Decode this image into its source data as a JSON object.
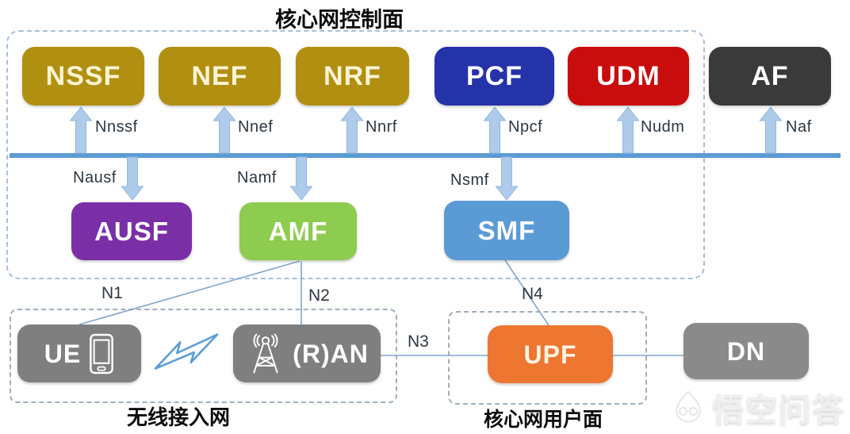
{
  "titles": {
    "control_plane": "核心网控制面",
    "access_network": "无线接入网",
    "user_plane": "核心网用户面"
  },
  "nodes": {
    "nssf": {
      "label": "NSSF",
      "color": "#b18f10"
    },
    "nef": {
      "label": "NEF",
      "color": "#b18f10"
    },
    "nrf": {
      "label": "NRF",
      "color": "#b18f10"
    },
    "pcf": {
      "label": "PCF",
      "color": "#2533a8"
    },
    "udm": {
      "label": "UDM",
      "color": "#c90c0c"
    },
    "af": {
      "label": "AF",
      "color": "#3a3a3a"
    },
    "ausf": {
      "label": "AUSF",
      "color": "#7a2fa6"
    },
    "amf": {
      "label": "AMF",
      "color": "#8dcc4f"
    },
    "smf": {
      "label": "SMF",
      "color": "#5b9bd5"
    },
    "ue": {
      "label": "UE",
      "color": "#7f7f7f"
    },
    "ran": {
      "label": "(R)AN",
      "color": "#7f7f7f"
    },
    "upf": {
      "label": "UPF",
      "color": "#ed7631"
    },
    "dn": {
      "label": "DN",
      "color": "#8a8a8a"
    }
  },
  "interfaces": {
    "nnssf": "Nnssf",
    "nnef": "Nnef",
    "nnrf": "Nnrf",
    "npcf": "Npcf",
    "nudm": "Nudm",
    "naf": "Naf",
    "nausf": "Nausf",
    "namf": "Namf",
    "nsmf": "Nsmf",
    "n1": "N1",
    "n2": "N2",
    "n3": "N3",
    "n4": "N4"
  },
  "bus_color": "#5b9bd5",
  "arrow_color": "#aecbea",
  "watermark": {
    "text": "悟空问答"
  }
}
